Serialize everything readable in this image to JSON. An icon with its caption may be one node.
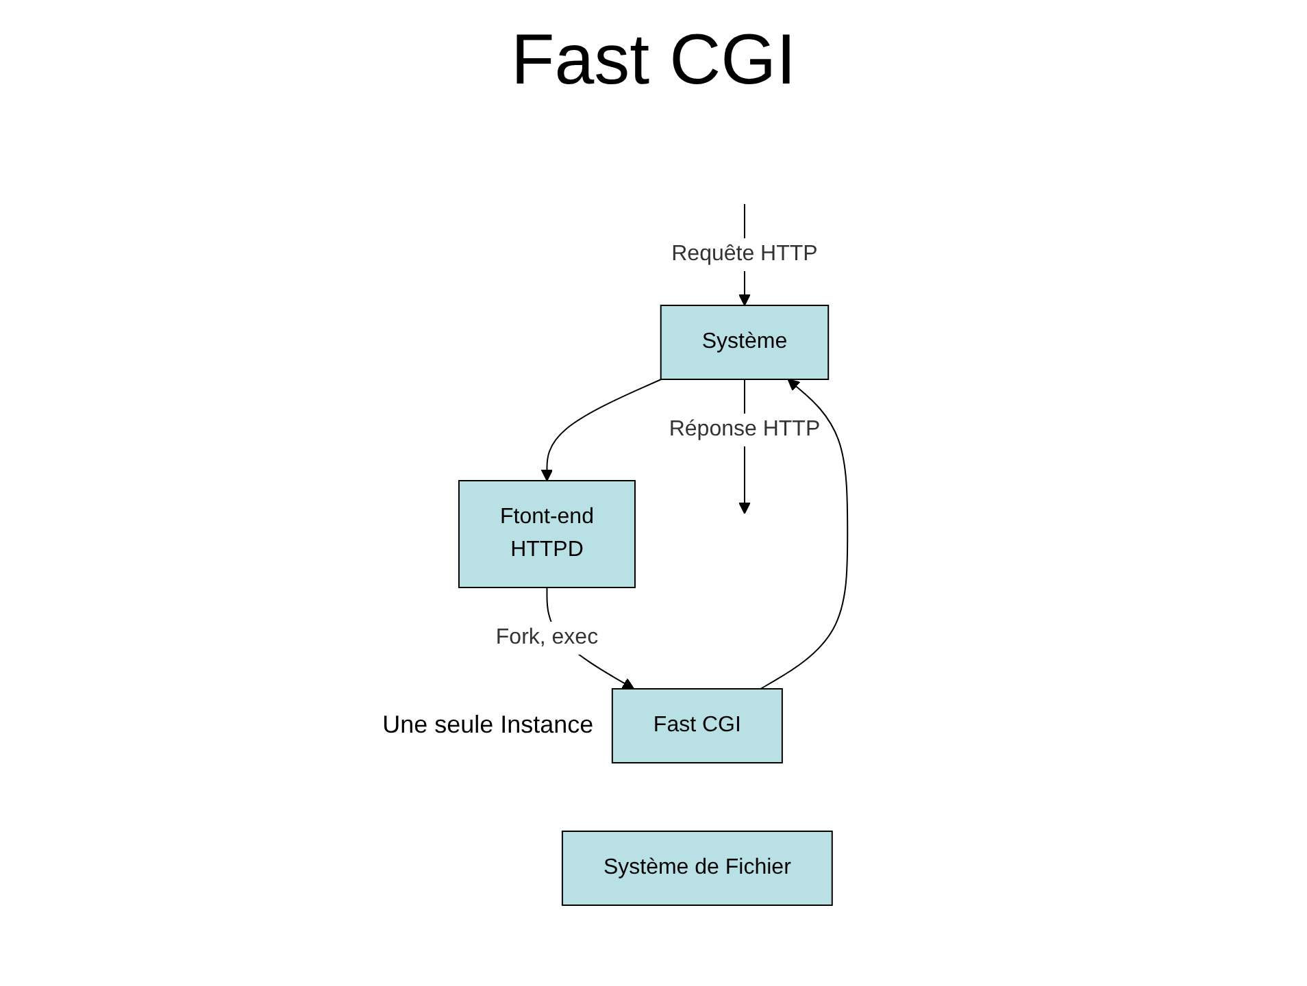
{
  "diagram": {
    "title": "Fast CGI",
    "nodes": [
      {
        "text": [
          "Système"
        ]
      },
      {
        "text": [
          "Ftont-end",
          "HTTPD"
        ]
      },
      {
        "text": [
          "Fast CGI"
        ],
        "beside": [
          "Une seule Instance"
        ]
      },
      {
        "text": [
          "Système de Fichier"
        ]
      }
    ],
    "edges": [
      {
        "from": 0,
        "to": null,
        "label": "Réponse HTTP",
        "arrow": "to"
      },
      {
        "from": null,
        "to": 0,
        "label": "Requête HTTP",
        "arrow": "to"
      },
      {
        "from": 0,
        "to": 1,
        "arrow": "to"
      },
      {
        "from": 1,
        "to": 2,
        "label": "Fork, exec",
        "arrow": "to"
      },
      {
        "from": 2,
        "to": 0,
        "arrow": "to"
      }
    ]
  }
}
